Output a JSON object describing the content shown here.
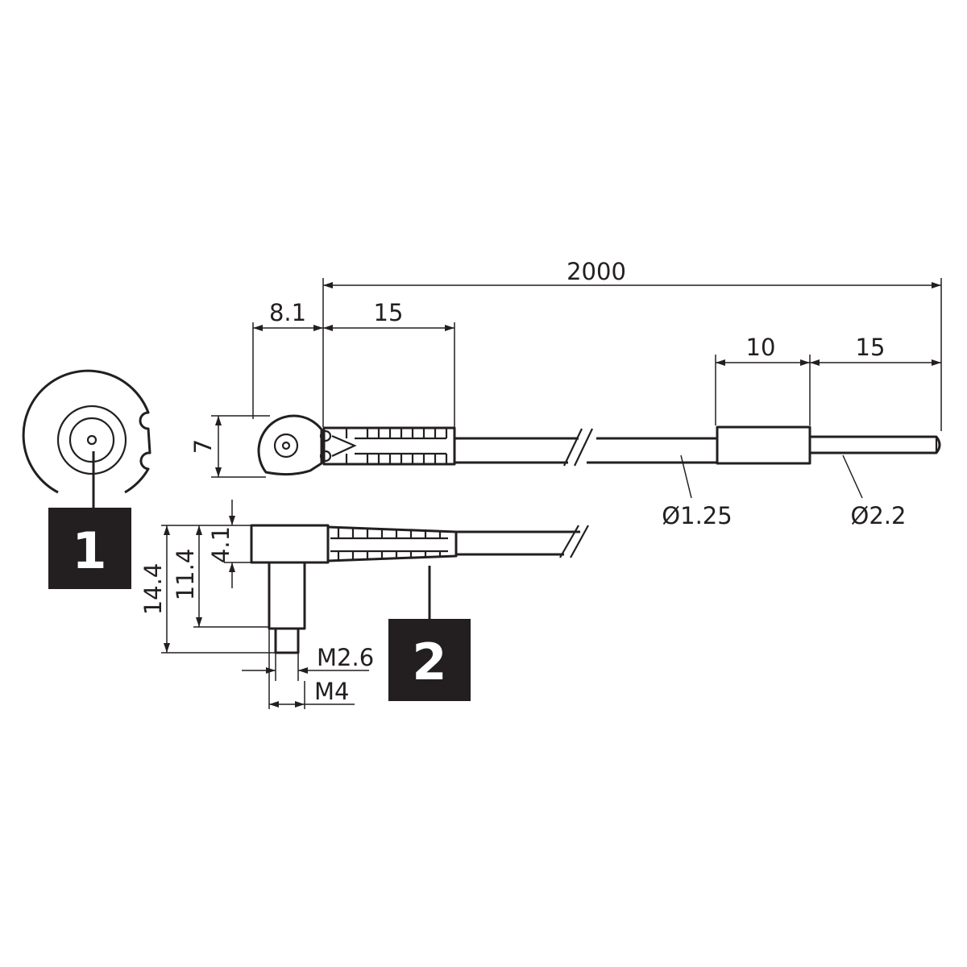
{
  "labels": {
    "overall_length": "2000",
    "head_width": "8.1",
    "boot_length": "15",
    "sleeve_length": "10",
    "tip_length": "15",
    "head_height": "7",
    "cable_diameter": "Ø1.25",
    "sleeve_diameter": "Ø2.2",
    "side_top_height": "4.1",
    "side_mid_height": "11.4",
    "side_total_height": "14.4",
    "thread_small": "M2.6",
    "thread_large": "M4"
  },
  "callouts": {
    "one": "1",
    "two": "2"
  },
  "colors": {
    "line": "#231f20",
    "badge": "#231f20",
    "background": "#ffffff"
  }
}
